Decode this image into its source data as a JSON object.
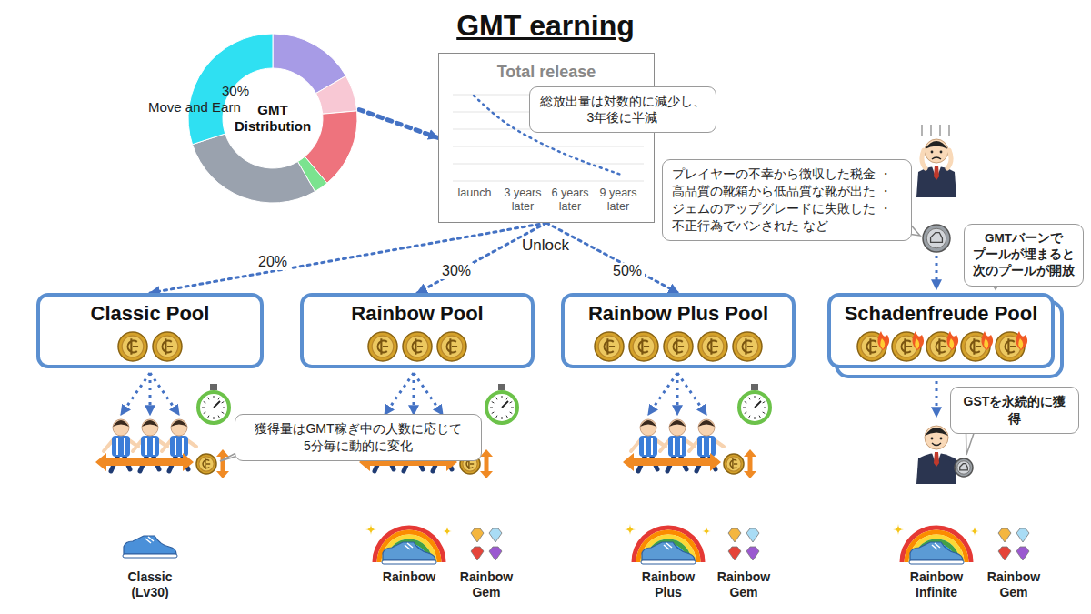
{
  "diagram": {
    "title": "GMT earning",
    "nodes": [
      {
        "text": [
          "GMT Distribution"
        ]
      },
      {
        "text": [
          "Total release"
        ]
      },
      {
        "text": [
          "総放出量は対数的に減少し、 3年後に半減"
        ],
        "in": 1
      },
      {
        "text": [
          "プレイヤーの不幸から徴収した税金 ・高品質の靴箱から低品質な靴が出た ・ジェムのアップグレードに失敗した ・不正行為でバンされた など"
        ]
      },
      {
        "text": [
          "GMTバーンで プールが埋まると 次のプールが開放"
        ]
      },
      {
        "text": [
          "Classic Pool"
        ]
      },
      {
        "text": [
          "Rainbow Pool"
        ]
      },
      {
        "text": [
          "Rainbow Plus Pool"
        ]
      },
      {
        "text": [
          "Schadenfreude Pool"
        ]
      },
      {
        "text": [
          "獲得量はGMT稼ぎ中の人数に応じて 5分毎に動的に変化"
        ]
      },
      {
        "text": [
          "GSTを永続的に獲得"
        ]
      }
    ],
    "edges": [
      {
        "from": 0,
        "to": 1,
        "arrow": "to"
      },
      {
        "from": 1,
        "to": 5,
        "label": "20%",
        "arrow": "to"
      },
      {
        "from": 1,
        "to": 6,
        "label": "30%",
        "arrow": "to"
      },
      {
        "from": 1,
        "to": 7,
        "label": "50%",
        "arrow": "to"
      }
    ],
    "labels": [
      "30%",
      "Move and Earn",
      "launch",
      "3 years later",
      "6 years later",
      "9 years later",
      "Unlock",
      "Classic (Lv30)",
      "Rainbow",
      "Rainbow Gem",
      "Rainbow Plus",
      "Rainbow Gem",
      "Rainbow Infinite",
      "Rainbow Gem"
    ]
  }
}
